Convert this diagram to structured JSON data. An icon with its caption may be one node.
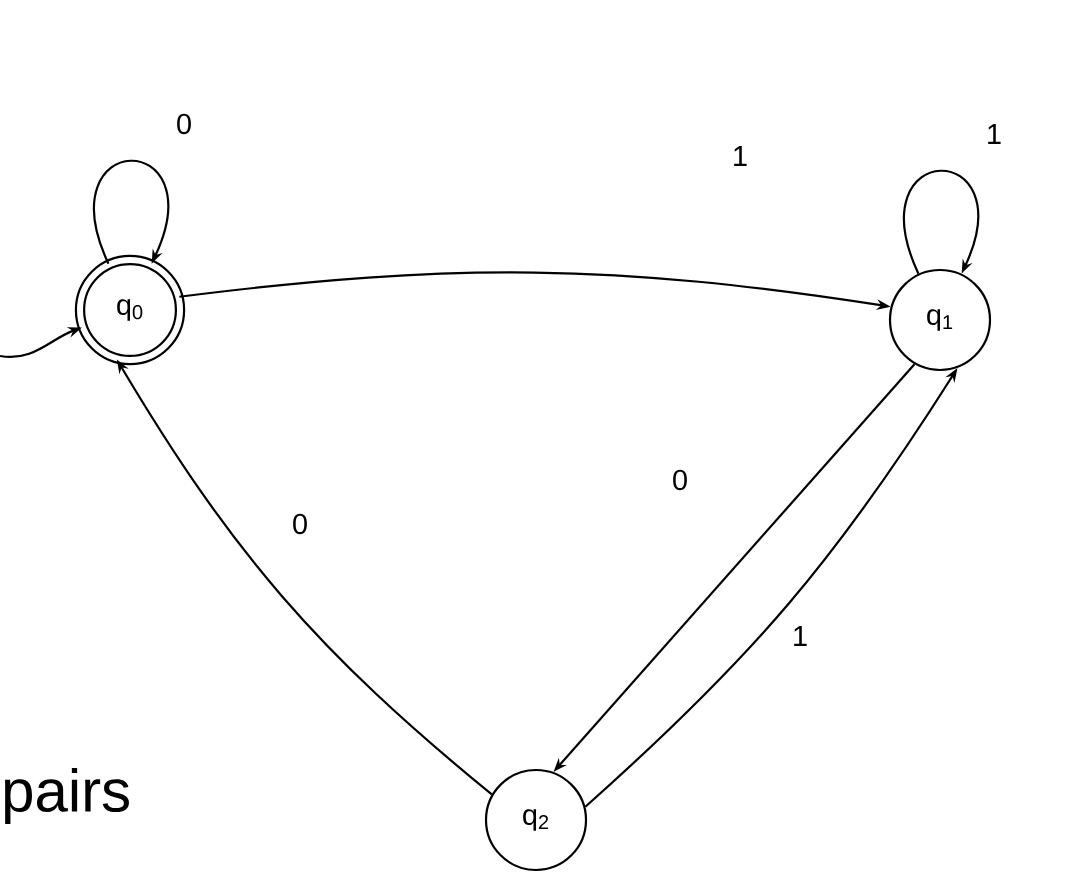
{
  "diagram": {
    "nodes": [
      {
        "text": [
          "q$_{0}$"
        ]
      },
      {
        "text": [
          "q$_{1}$"
        ]
      },
      {
        "text": [
          "q$_{2}$"
        ]
      }
    ],
    "edges": [
      {
        "from": null,
        "to": 0,
        "arrow": "to"
      },
      {
        "from": 0,
        "to": 0,
        "arrow": "to",
        "label": "0"
      },
      {
        "from": 0,
        "to": 1,
        "arrow": "to",
        "label": "1"
      },
      {
        "from": 1,
        "to": 1,
        "arrow": "to",
        "label": "1"
      },
      {
        "from": 1,
        "to": 2,
        "arrow": "to",
        "label": "0"
      },
      {
        "from": 2,
        "to": 1,
        "arrow": "to",
        "label": "1"
      },
      {
        "from": 2,
        "to": 0,
        "arrow": "to",
        "label": "0"
      }
    ],
    "labels": [
      "pairs"
    ]
  }
}
